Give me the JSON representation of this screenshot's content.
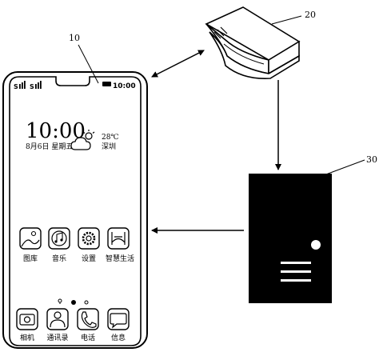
{
  "labels": {
    "phone": "10",
    "router": "20",
    "server": "30"
  },
  "phone": {
    "status_time": "10:00",
    "clock": "10:00",
    "date": "8月6日 星期五",
    "temperature": "28℃",
    "city": "深圳",
    "weather_icon": "cloud-sun-icon",
    "apps_row1": [
      {
        "label": "图库",
        "icon": "gallery-icon"
      },
      {
        "label": "音乐",
        "icon": "music-icon"
      },
      {
        "label": "设置",
        "icon": "settings-gear-icon"
      },
      {
        "label": "智慧生活",
        "icon": "smart-life-icon"
      }
    ],
    "apps_dock": [
      {
        "label": "相机",
        "icon": "camera-icon"
      },
      {
        "label": "通讯录",
        "icon": "contacts-icon"
      },
      {
        "label": "电话",
        "icon": "phone-icon"
      },
      {
        "label": "信息",
        "icon": "message-icon"
      }
    ]
  },
  "colors": {
    "stroke": "#000000",
    "server_fill": "#000000",
    "background": "#ffffff"
  }
}
